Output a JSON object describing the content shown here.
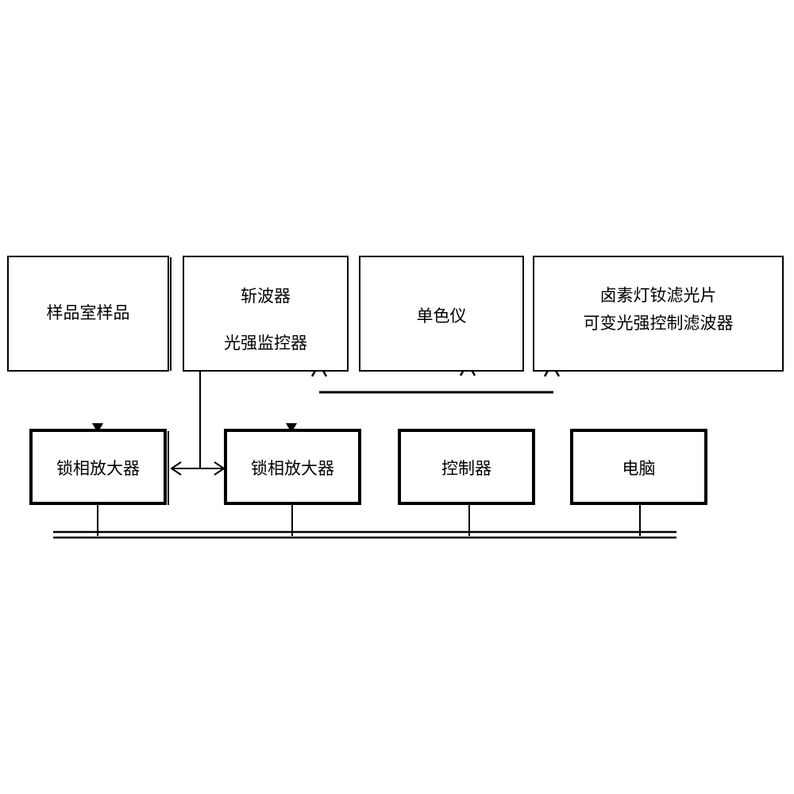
{
  "blocks": {
    "sample_chamber": "样品室样品",
    "chopper": "斩波器",
    "intensity_monitor": "光强监控器",
    "monochromator": "单色仪",
    "lamp_filter": "卤素灯钕滤光片",
    "variable_filter": "可变光强控制滤波器",
    "lockin_1": "锁相放大器",
    "lockin_2": "锁相放大器",
    "controller": "控制器",
    "computer": "电脑"
  },
  "style": {
    "line_color": "#000000",
    "background": "#ffffff"
  }
}
